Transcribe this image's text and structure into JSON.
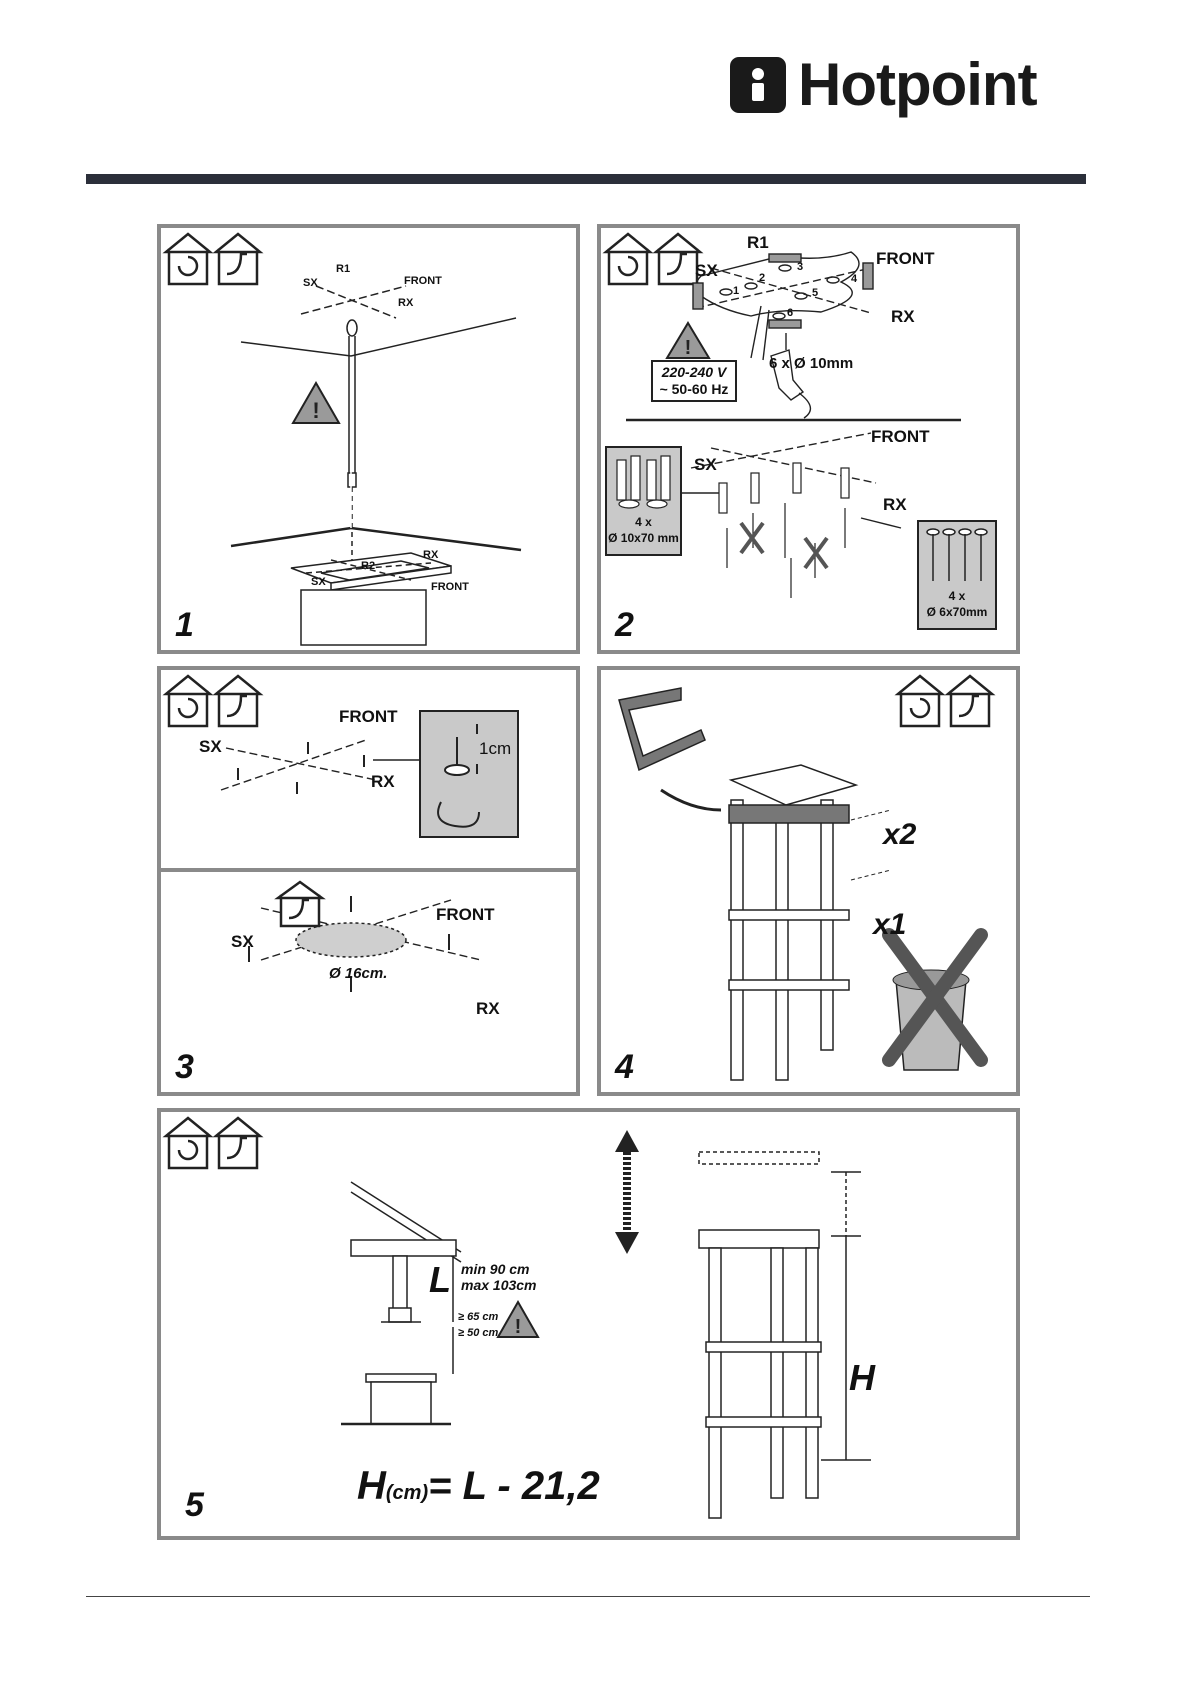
{
  "brand": {
    "name": "Hotpoint"
  },
  "steps": [
    {
      "number": "1",
      "labels": {
        "r1": "R1",
        "sx": "SX",
        "front": "FRONT",
        "rx": "RX",
        "r2": "R2",
        "sx2": "SX",
        "rx2": "RX",
        "front2": "FRONT"
      }
    },
    {
      "number": "2",
      "labels": {
        "r1": "R1",
        "sx": "SX",
        "front": "FRONT",
        "rx": "RX",
        "h1": "1",
        "h2": "2",
        "h3": "3",
        "h4": "4",
        "h5": "5",
        "h6": "6",
        "voltage": "220-240 V",
        "frequency": "~ 50-60 Hz",
        "drill": "6 x Ø 10mm",
        "sx2": "SX",
        "front2": "FRONT",
        "rx2": "RX",
        "plugs_qty": "4 x",
        "plugs_size": "Ø 10x70 mm",
        "screws_qty": "4 x",
        "screws_size": "Ø 6x70mm"
      }
    },
    {
      "number": "3",
      "labels": {
        "front": "FRONT",
        "sx": "SX",
        "rx": "RX",
        "gap": "1cm",
        "front2": "FRONT",
        "sx2": "SX",
        "rx2": "RX",
        "hole": "Ø 16cm."
      }
    },
    {
      "number": "4",
      "labels": {
        "x2": "x2",
        "x1": "x1"
      }
    },
    {
      "number": "5",
      "labels": {
        "L": "L",
        "min": "min 90 cm",
        "max": "max 103cm",
        "gas": "≥ 65 cm",
        "elec": "≥ 50 cm",
        "H": "H",
        "formula_h": "H",
        "formula_unit": "(cm)",
        "formula_rest": "= L - 21,2"
      }
    }
  ],
  "colors": {
    "frame": "#8a8a8a",
    "rule": "#2b2f3a",
    "box_fill": "#c9c9c9",
    "warning_fill": "#9a9a9a"
  }
}
